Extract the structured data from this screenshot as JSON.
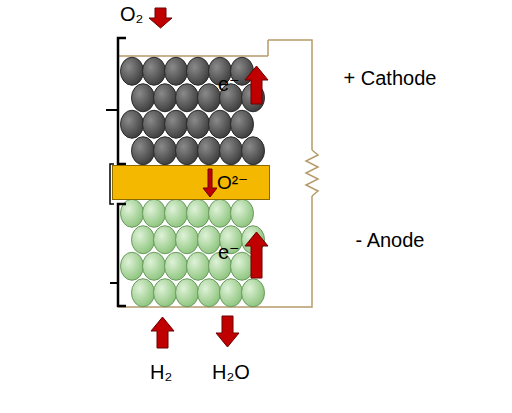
{
  "diagram": {
    "nodes": [
      {
        "text": [
          "O²⁻"
        ]
      }
    ],
    "labels": [
      "O₂",
      "e⁻",
      "+ Cathode",
      "e⁻",
      "- Anode",
      "H₂",
      "H₂O"
    ]
  }
}
